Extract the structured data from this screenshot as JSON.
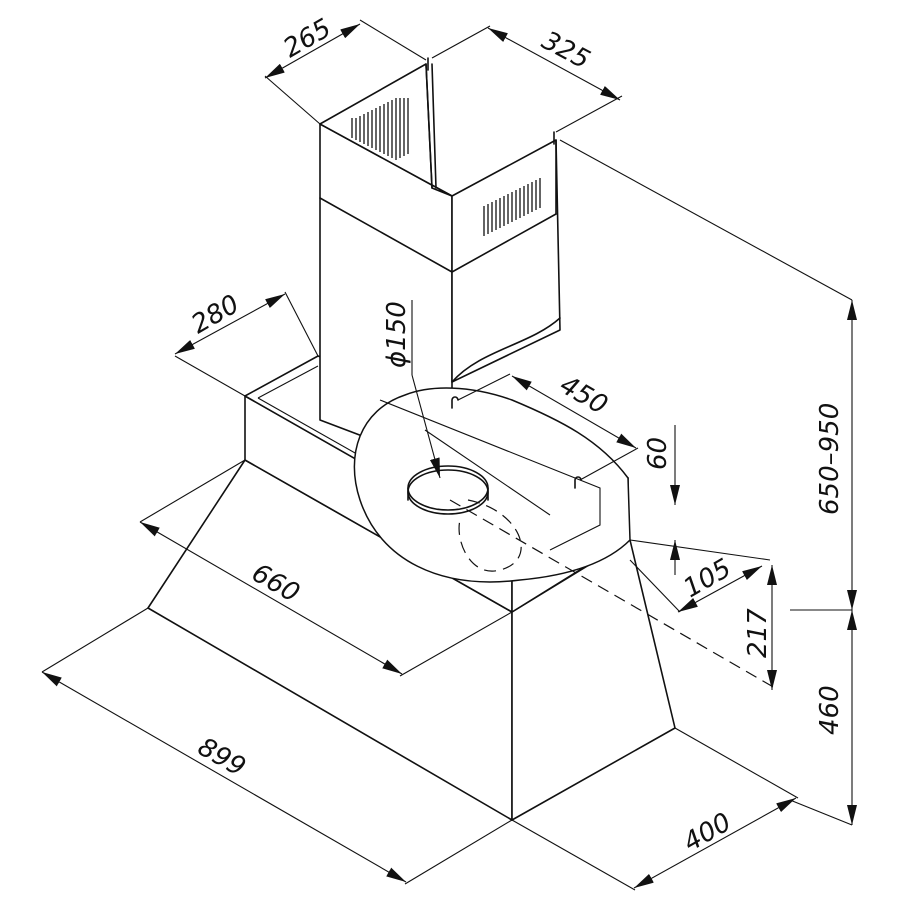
{
  "diagram": {
    "dimensions": {
      "chimney_depth": "265",
      "chimney_width": "325",
      "chimney_height": "650–950",
      "duct_diameter": "ϕ150",
      "bracket_width": "450",
      "bracket_offset": "60",
      "bracket_depth": "105",
      "bracket_height": "217",
      "hood_height": "460",
      "hood_depth": "400",
      "hood_width": "899",
      "canopy_width": "660",
      "top_box_depth": "280"
    }
  }
}
